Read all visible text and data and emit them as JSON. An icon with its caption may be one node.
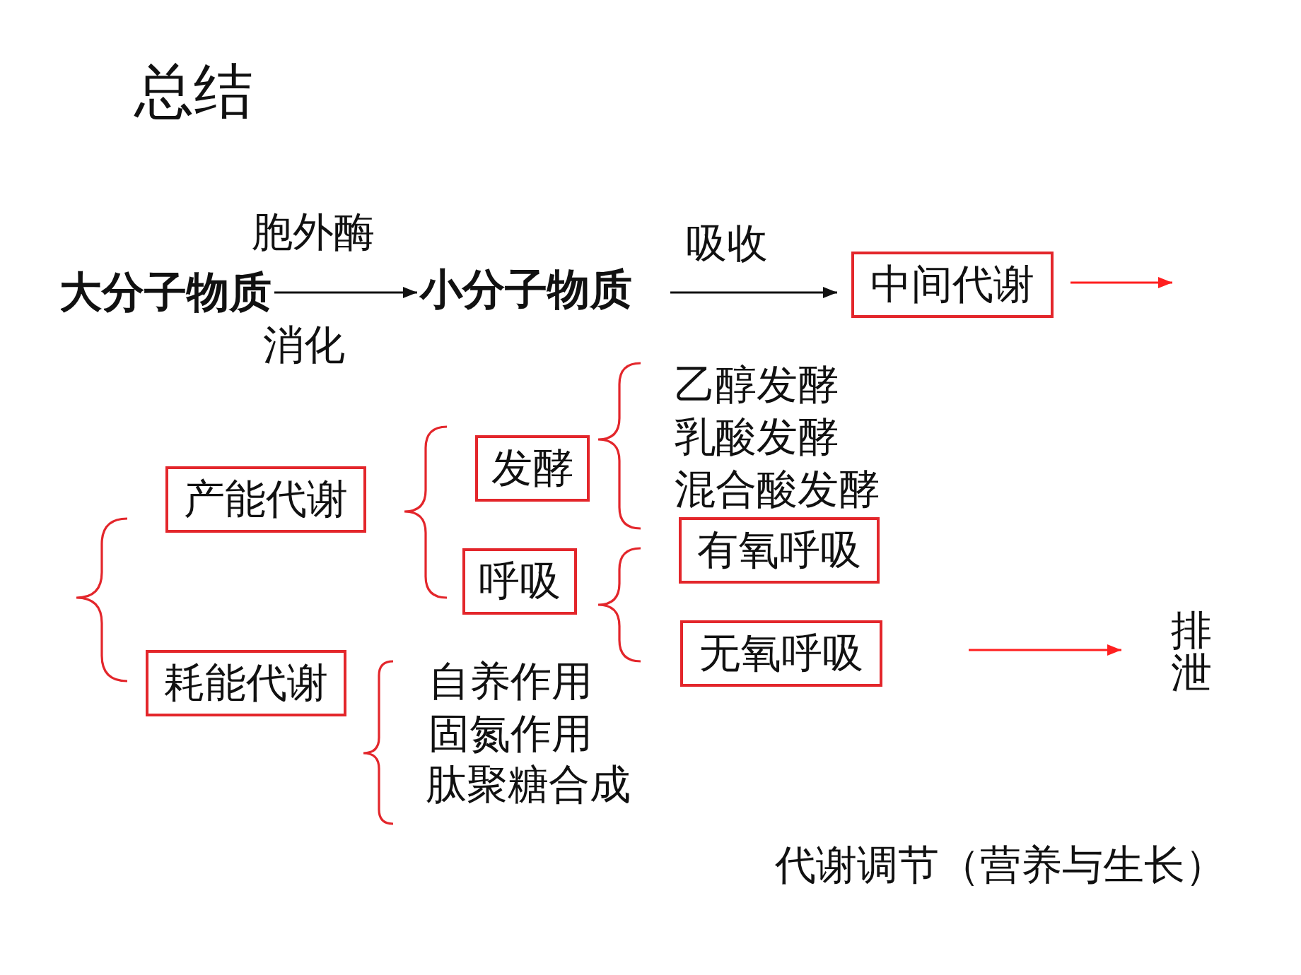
{
  "diagram": {
    "title": "总结",
    "nodes": [
      {
        "text": [
          "大分子物质"
        ]
      },
      {
        "text": [
          "小分子物质"
        ]
      },
      {
        "text": [
          "中间代谢"
        ]
      },
      {
        "text": [
          "产能代谢"
        ]
      },
      {
        "text": [
          "耗能代谢"
        ]
      },
      {
        "text": [
          "发酵"
        ]
      },
      {
        "text": [
          "呼吸"
        ]
      },
      {
        "text": [
          "有氧呼吸"
        ]
      },
      {
        "text": [
          "无氧呼吸"
        ]
      },
      {
        "text": [
          "排泄"
        ]
      }
    ],
    "edges": [
      {
        "from": 0,
        "to": 1,
        "arrow": "to",
        "label": "胞外酶"
      },
      {
        "from": 1,
        "to": 2,
        "arrow": "to",
        "label": "吸收"
      },
      {
        "from": 2,
        "to": null,
        "arrow": "to",
        "color": "#ff1f1f"
      },
      {
        "from": null,
        "to": 9,
        "arrow": "to",
        "color": "#ff1f1f"
      }
    ],
    "labels": [
      "消化",
      "乙醇发酵",
      "乳酸发酵",
      "混合酸发酵",
      "自养作用",
      "固氮作用",
      "肽聚糖合成",
      "代谢调节（营养与生长）"
    ]
  }
}
